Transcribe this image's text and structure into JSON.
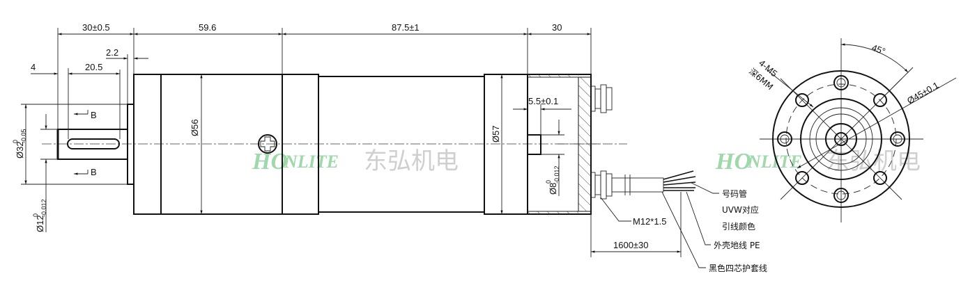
{
  "drawing": {
    "title": "Planetary gear motor outline drawing",
    "view": "side-and-front",
    "dimensions": {
      "shaft_extension": "30±0.5",
      "gearbox_length": "59.6",
      "motor_length": "87.5±1",
      "rear_cover_length": "30",
      "flange_step": "2.2",
      "shaft_tip": "4",
      "key_length": "20.5",
      "gearbox_diameter": "Ø56",
      "motor_diameter": "Ø57",
      "encoder_offset": "5.5±0.1",
      "rear_shaft_base": "Ø8",
      "rear_shaft_tol_upper": "0",
      "rear_shaft_tol_lower": "-0.012",
      "pilot_base": "Ø32",
      "pilot_tol_upper": "0",
      "pilot_tol_lower": "-0.05",
      "shaft_base": "Ø12",
      "shaft_tol_upper": "0",
      "shaft_tol_lower": "-0.012",
      "cable_length": "1600±30",
      "gland_thread": "M12*1.5",
      "angle": "45°",
      "pcd": "Ø45±0.1",
      "mount_holes": "4-M5",
      "hole_depth": "深6MM"
    },
    "section_marks": [
      "B",
      "B"
    ],
    "callouts": {
      "sleeve": "号码管",
      "uvw_line1": "UVW对应",
      "uvw_line2": "引线颜色",
      "ground": "外壳地线 PE",
      "cable": "黑色四芯护套线"
    },
    "watermark": {
      "brand_ho": "HO",
      "brand_nlite": "NLITE",
      "brand_cn": "东弘机电",
      "color_green": "#8fd19e",
      "color_red": "#f0a0a0"
    }
  }
}
